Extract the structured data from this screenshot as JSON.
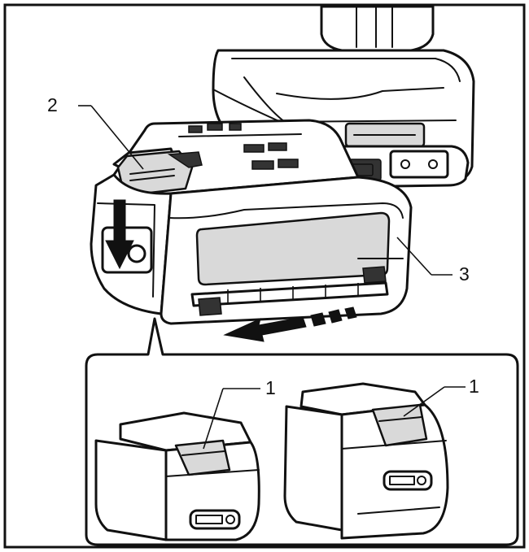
{
  "callouts": {
    "label_2": "2",
    "label_3": "3",
    "label_1_left": "1",
    "label_1_right": "1"
  },
  "colors": {
    "line": "#111111",
    "fill": "#ffffff",
    "shade": "#d9d9d9"
  }
}
